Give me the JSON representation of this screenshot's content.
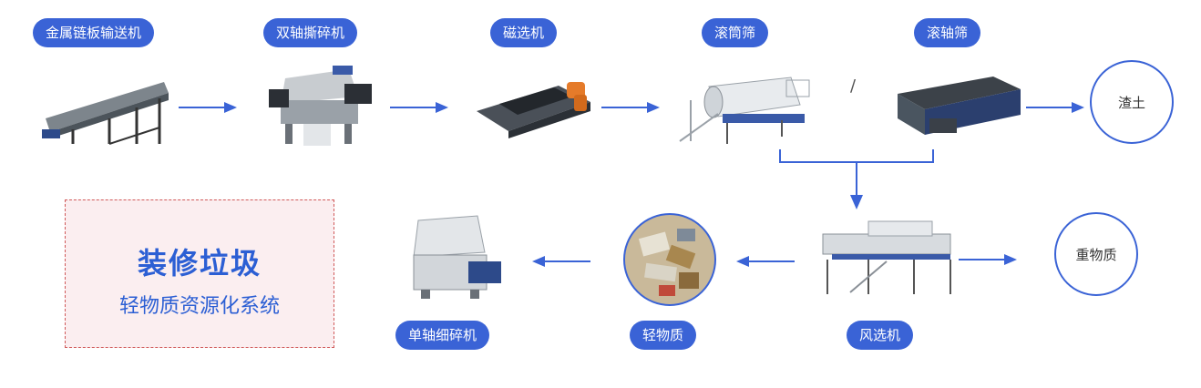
{
  "steps": {
    "conveyor": "金属链板输送机",
    "shredder_double": "双轴撕碎机",
    "magnetic": "磁选机",
    "drum_screen": "滚筒筛",
    "shaft_screen": "滚轴筛",
    "air_separator": "风选机",
    "light_material": "轻物质",
    "shredder_single": "单轴细碎机"
  },
  "outputs": {
    "soil": "渣土",
    "heavy": "重物质"
  },
  "separator_symbol": "/",
  "legend": {
    "title": "装修垃圾",
    "subtitle": "轻物质资源化系统"
  },
  "colors": {
    "accent": "#3a63d6",
    "legend_text": "#2c5fd4",
    "legend_border": "#d05a5a",
    "legend_bg": "#fbeef0"
  },
  "icons": [
    "conveyor-icon",
    "double-shaft-shredder-icon",
    "magnetic-separator-icon",
    "drum-screen-icon",
    "shaft-screen-icon",
    "air-separator-icon",
    "light-material-icon",
    "single-shaft-shredder-icon",
    "arrow-right-icon",
    "arrow-left-icon",
    "arrow-down-icon"
  ]
}
